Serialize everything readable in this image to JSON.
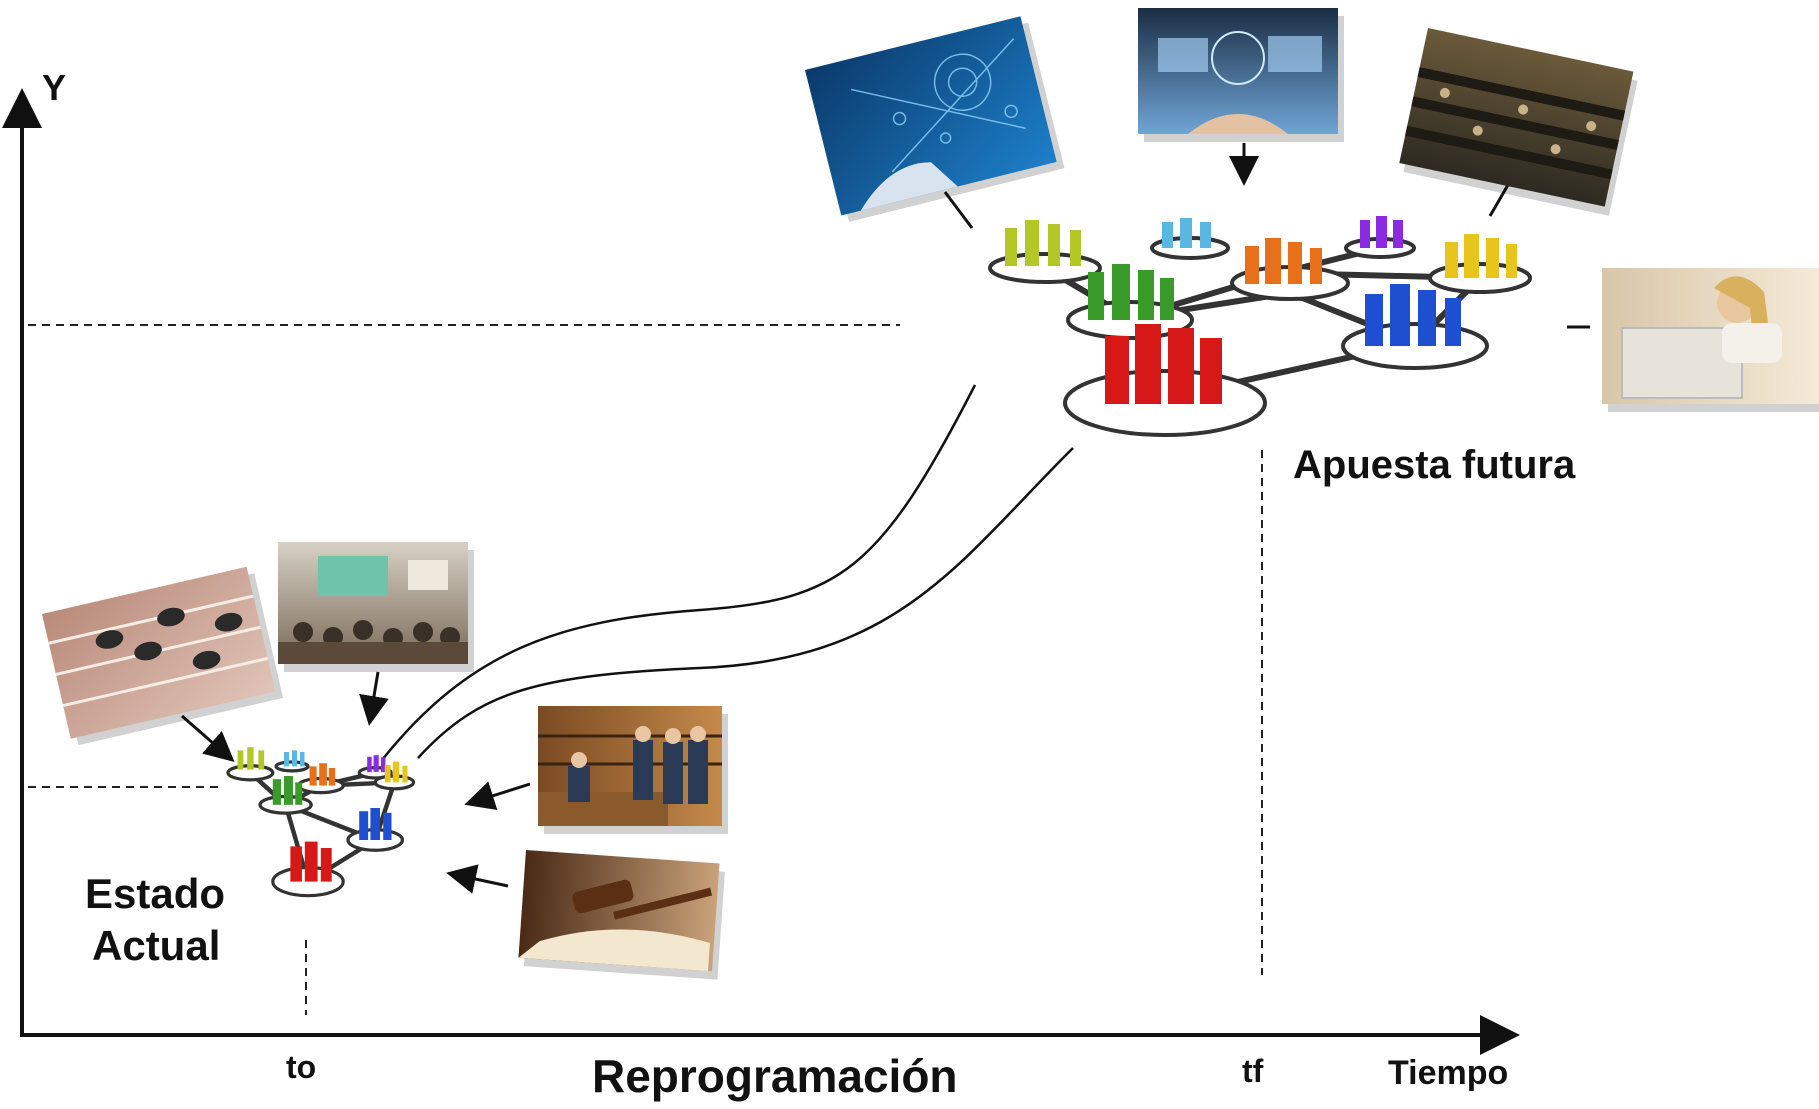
{
  "axes": {
    "y_label": "Y",
    "x_label": "Tiempo",
    "t0_label": "to",
    "tf_label": "tf",
    "center_label": "Reprogramación"
  },
  "states": {
    "current_line1": "Estado",
    "current_line2": "Actual",
    "future": "Apuesta futura"
  },
  "photos": [
    {
      "id": "sprint-start",
      "subject": "athletes at starting line"
    },
    {
      "id": "classroom",
      "subject": "students in a lecture room"
    },
    {
      "id": "library-desk",
      "subject": "students at a library desk"
    },
    {
      "id": "gavel-book",
      "subject": "judge gavel on a book"
    },
    {
      "id": "digital-network",
      "subject": "hands on digital network screen"
    },
    {
      "id": "tablet-tech",
      "subject": "hand holding tablet with tech icons"
    },
    {
      "id": "assembly",
      "subject": "legislative assembly hall"
    },
    {
      "id": "laptop-woman",
      "subject": "woman using a laptop"
    }
  ],
  "colors": {
    "red": "#d61818",
    "blue": "#1f4fd1",
    "green": "#3a9a2a",
    "lime": "#b3c826",
    "orange": "#e8701a",
    "cyan": "#5ab8e0",
    "purple": "#8a2be2",
    "yellow": "#e8c51c"
  }
}
